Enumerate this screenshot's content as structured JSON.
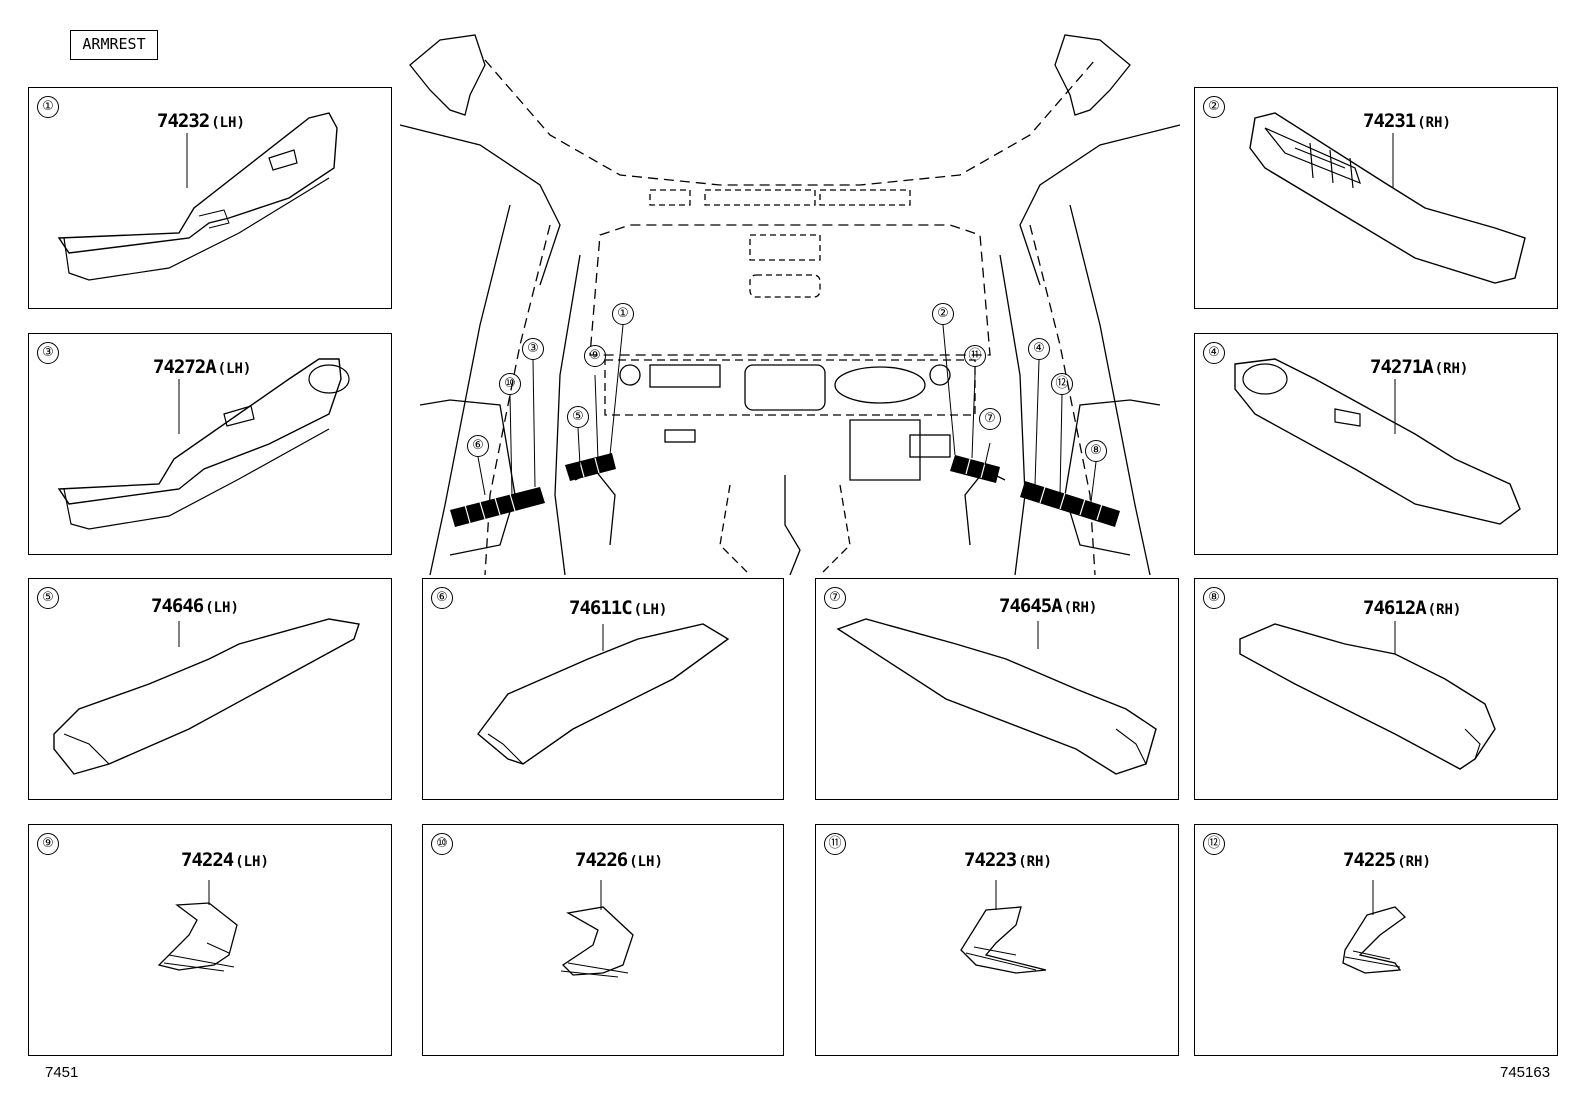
{
  "header_tag": "ARMREST",
  "footer": {
    "left_code": "7451",
    "right_code": "745163"
  },
  "parts": [
    {
      "id": "1",
      "callout": "①",
      "number": "74232",
      "side": "(LH)"
    },
    {
      "id": "2",
      "callout": "②",
      "number": "74231",
      "side": "(RH)"
    },
    {
      "id": "3",
      "callout": "③",
      "number": "74272A",
      "side": "(LH)"
    },
    {
      "id": "4",
      "callout": "④",
      "number": "74271A",
      "side": "(RH)"
    },
    {
      "id": "5",
      "callout": "⑤",
      "number": "74646",
      "side": "(LH)"
    },
    {
      "id": "6",
      "callout": "⑥",
      "number": "74611C",
      "side": "(LH)"
    },
    {
      "id": "7",
      "callout": "⑦",
      "number": "74645A",
      "side": "(RH)"
    },
    {
      "id": "8",
      "callout": "⑧",
      "number": "74612A",
      "side": "(RH)"
    },
    {
      "id": "9",
      "callout": "⑨",
      "number": "74224",
      "side": "(LH)"
    },
    {
      "id": "10",
      "callout": "⑩",
      "number": "74226",
      "side": "(LH)"
    },
    {
      "id": "11",
      "callout": "⑪",
      "number": "74223",
      "side": "(RH)"
    },
    {
      "id": "12",
      "callout": "⑫",
      "number": "74225",
      "side": "(RH)"
    }
  ],
  "interior_callouts": [
    "①",
    "②",
    "③",
    "④",
    "⑤",
    "⑥",
    "⑦",
    "⑧",
    "⑨",
    "⑩",
    "⑪",
    "⑫"
  ]
}
